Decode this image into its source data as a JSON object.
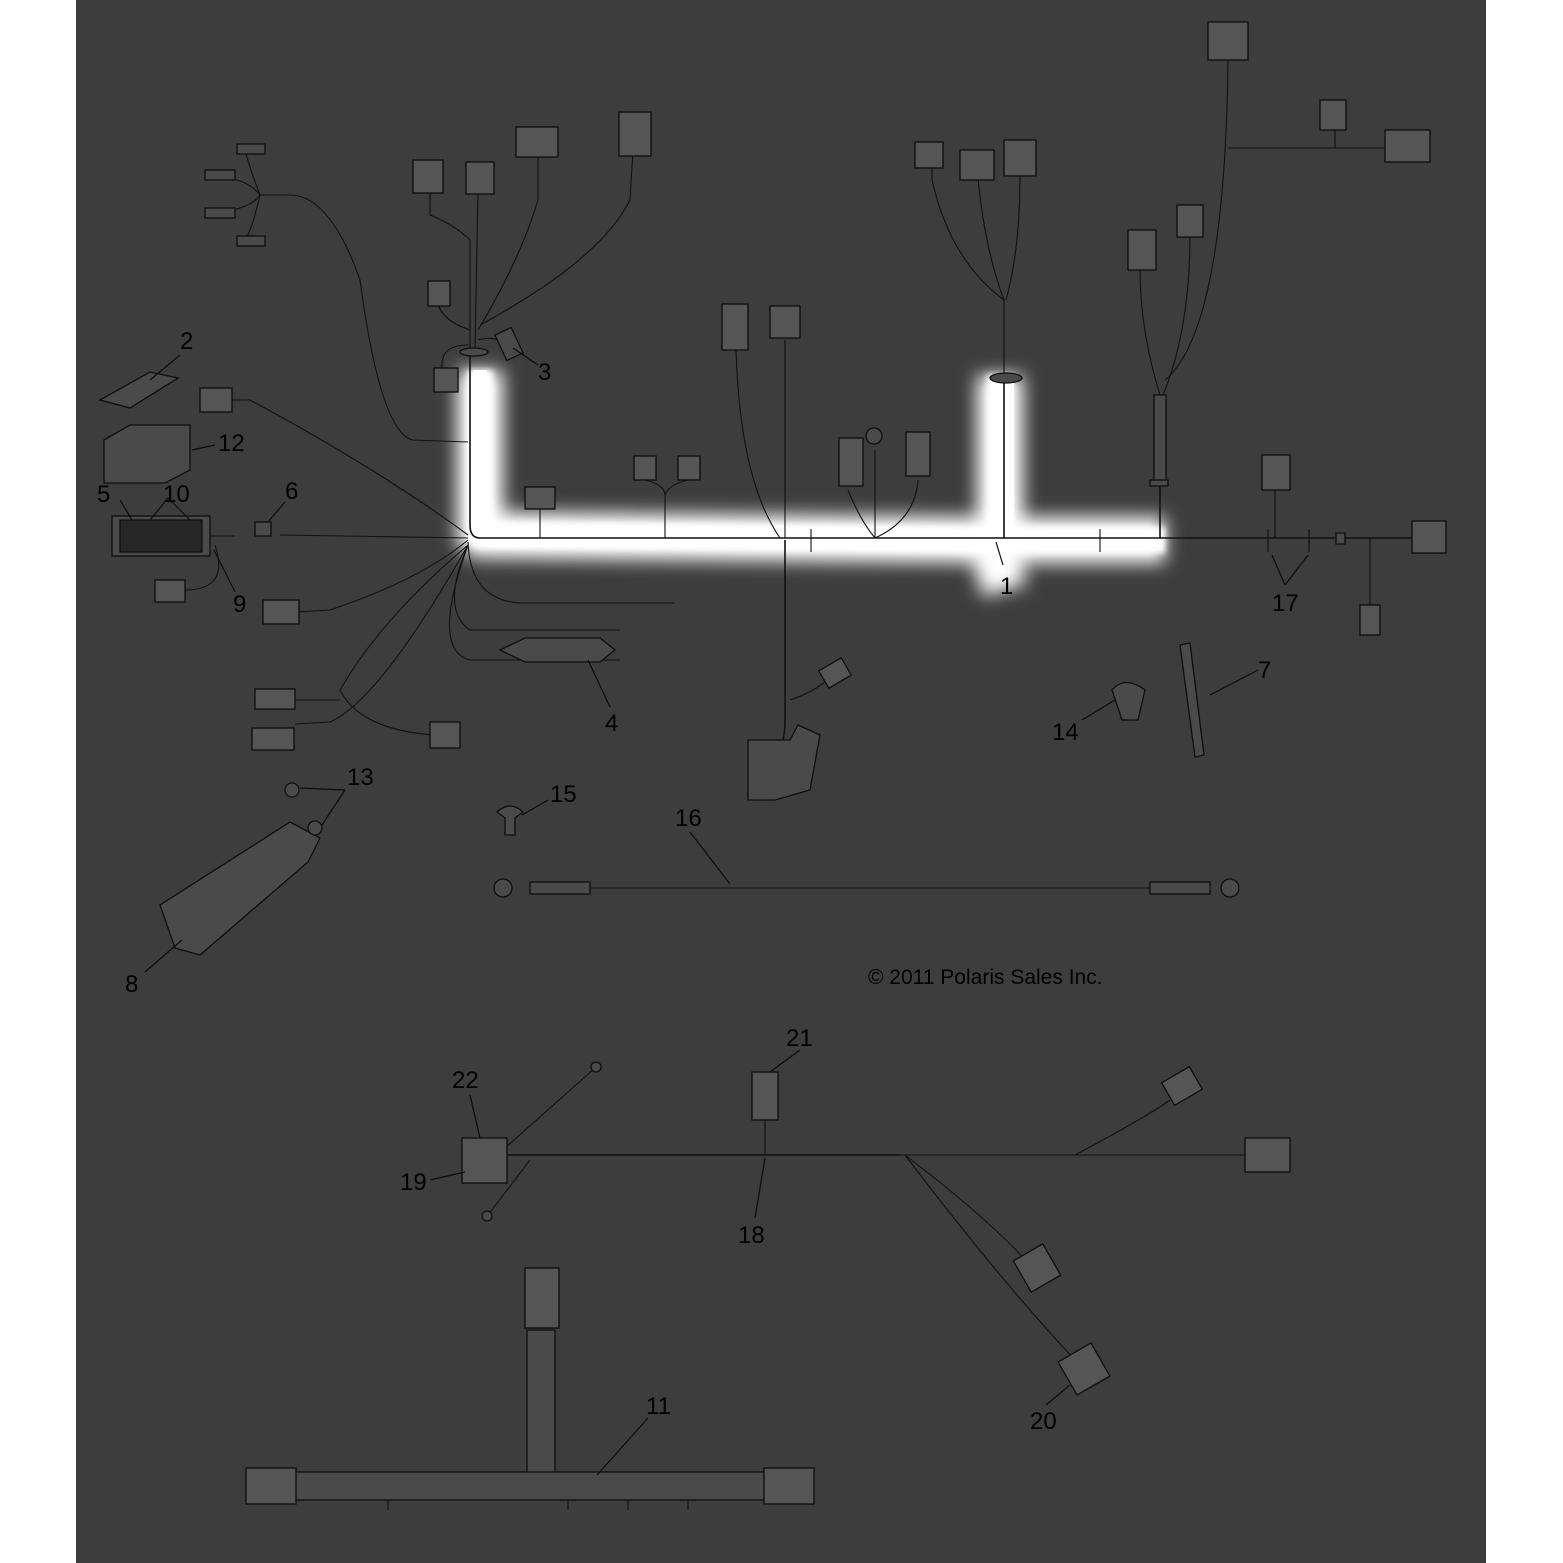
{
  "copyright": "© 2011 Polaris Sales Inc.",
  "callouts": {
    "c1": "1",
    "c2": "2",
    "c3": "3",
    "c4": "4",
    "c5": "5",
    "c6": "6",
    "c7": "7",
    "c8": "8",
    "c9": "9",
    "c10": "10",
    "c11": "11",
    "c12": "12",
    "c13": "13",
    "c14": "14",
    "c15": "15",
    "c16": "16",
    "c17": "17",
    "c18": "18",
    "c19": "19",
    "c20": "20",
    "c21": "21",
    "c22": "22"
  },
  "colors": {
    "background": "#3d3d3d",
    "highlight": "#ffffff",
    "linework": "#111111"
  }
}
